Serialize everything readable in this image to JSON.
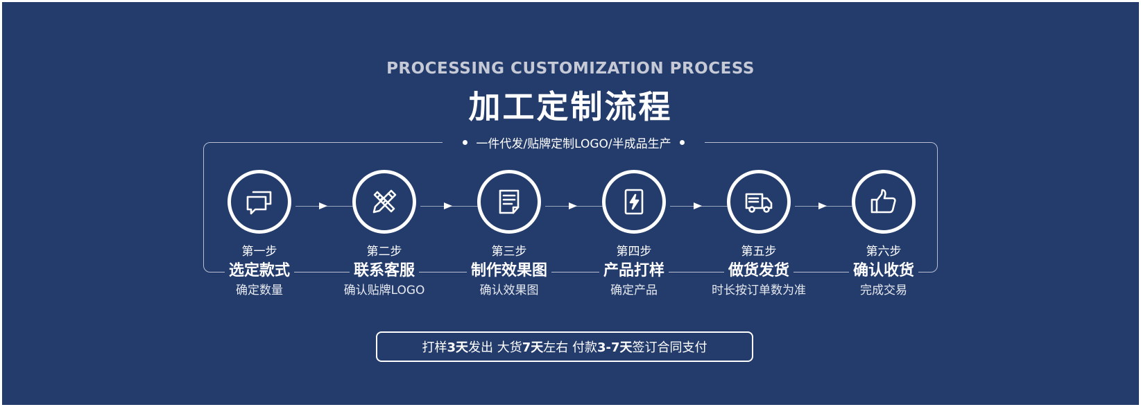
{
  "header": {
    "subtitle_en": "PROCESSING CUSTOMIZATION PROCESS",
    "title_cn": "加工定制流程",
    "frame_label": "一件代发/贴牌定制LOGO/半成品生产"
  },
  "steps": [
    {
      "num": "第一步",
      "title": "选定款式",
      "desc": "确定数量",
      "icon": "chat-bubbles-icon"
    },
    {
      "num": "第二步",
      "title": "联系客服",
      "desc": "确认贴牌LOGO",
      "icon": "pencil-ruler-icon"
    },
    {
      "num": "第三步",
      "title": "制作效果图",
      "desc": "确认效果图",
      "icon": "document-icon"
    },
    {
      "num": "第四步",
      "title": "产品打样",
      "desc": "确定产品",
      "icon": "phone-bolt-icon"
    },
    {
      "num": "第五步",
      "title": "做货发货",
      "desc": "时长按订单数为准",
      "icon": "delivery-truck-icon"
    },
    {
      "num": "第六步",
      "title": "确认收货",
      "desc": "完成交易",
      "icon": "thumbs-up-icon"
    }
  ],
  "footer": {
    "p1": "打样",
    "b1": "3天",
    "p2": "发出 大货",
    "b2": "7天",
    "p3": "左右 付款",
    "b3": "3-7天",
    "p4": "签订合同支付"
  },
  "colors": {
    "background": "#243c6c",
    "text": "#ffffff",
    "subtitle": "#c5cad6"
  }
}
